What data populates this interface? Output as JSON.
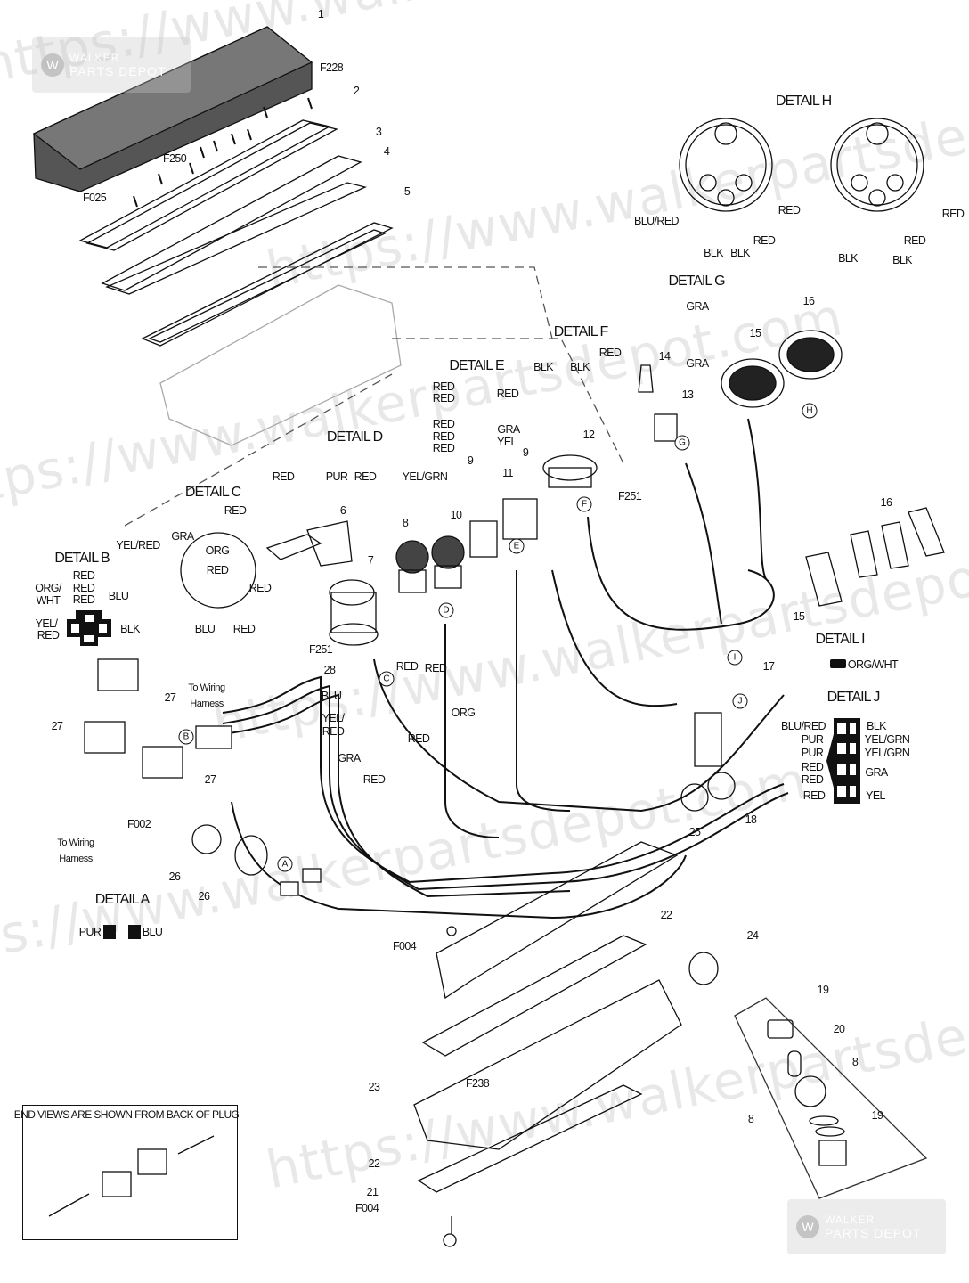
{
  "watermark": {
    "url": "https://www.walkerpartsdepot.com",
    "logo_line1": "WALKER",
    "logo_line2": "PARTS DEPOT"
  },
  "callouts": [
    "1",
    "F228",
    "2",
    "3",
    "4",
    "5",
    "F250",
    "F025",
    "6",
    "7",
    "8",
    "9",
    "9",
    "10",
    "11",
    "12",
    "13",
    "14",
    "15",
    "16",
    "F251",
    "16",
    "15",
    "17",
    "18",
    "25",
    "22",
    "24",
    "F004",
    "F238",
    "23",
    "19",
    "20",
    "8",
    "8",
    "19",
    "22",
    "21",
    "F004",
    "26",
    "26",
    "27",
    "27",
    "27",
    "28",
    "F251",
    "F002"
  ],
  "details": {
    "a": "DETAIL A",
    "b": "DETAIL B",
    "c": "DETAIL C",
    "d": "DETAIL D",
    "e": "DETAIL E",
    "f": "DETAIL F",
    "g": "DETAIL G",
    "h": "DETAIL H",
    "i": "DETAIL I",
    "j": "DETAIL J"
  },
  "wires": {
    "h": [
      "BLU/RED",
      "BLK",
      "BLK",
      "RED",
      "RED",
      "BLK",
      "BLK",
      "RED",
      "RED"
    ],
    "g": [
      "GRA",
      "GRA"
    ],
    "f": [
      "BLK",
      "BLK",
      "RED"
    ],
    "e": [
      "RED",
      "RED",
      "RED",
      "RED",
      "RED",
      "RED",
      "GRA",
      "YEL"
    ],
    "d": [
      "RED",
      "PUR",
      "RED",
      "YEL/GRN"
    ],
    "c": [
      "RED",
      "GRA",
      "YEL/RED",
      "ORG",
      "RED",
      "RED",
      "BLU",
      "RED"
    ],
    "b": [
      "RED",
      "RED",
      "RED",
      "ORG/",
      "WHT",
      "BLU",
      "YEL/",
      "RED",
      "BLK"
    ],
    "harness": [
      "RED",
      "RED",
      "BLU",
      "YEL/",
      "RED",
      "ORG",
      "RED",
      "GRA",
      "RED"
    ],
    "i": [
      "ORG/WHT"
    ],
    "j": [
      "BLU/RED",
      "PUR",
      "PUR",
      "RED",
      "RED",
      "RED",
      "BLK",
      "YEL/GRN",
      "YEL/GRN",
      "GRA",
      "YEL"
    ],
    "a": [
      "PUR",
      "BLU"
    ]
  },
  "connectors": [
    "A",
    "B",
    "C",
    "D",
    "E",
    "F",
    "G",
    "H",
    "I",
    "J"
  ],
  "notes": {
    "to_harness_1a": "To Wiring",
    "to_harness_1b": "Harness",
    "to_harness_2a": "To Wiring",
    "to_harness_2b": "Harness",
    "end_views": "END VIEWS ARE SHOWN FROM BACK OF PLUG"
  }
}
